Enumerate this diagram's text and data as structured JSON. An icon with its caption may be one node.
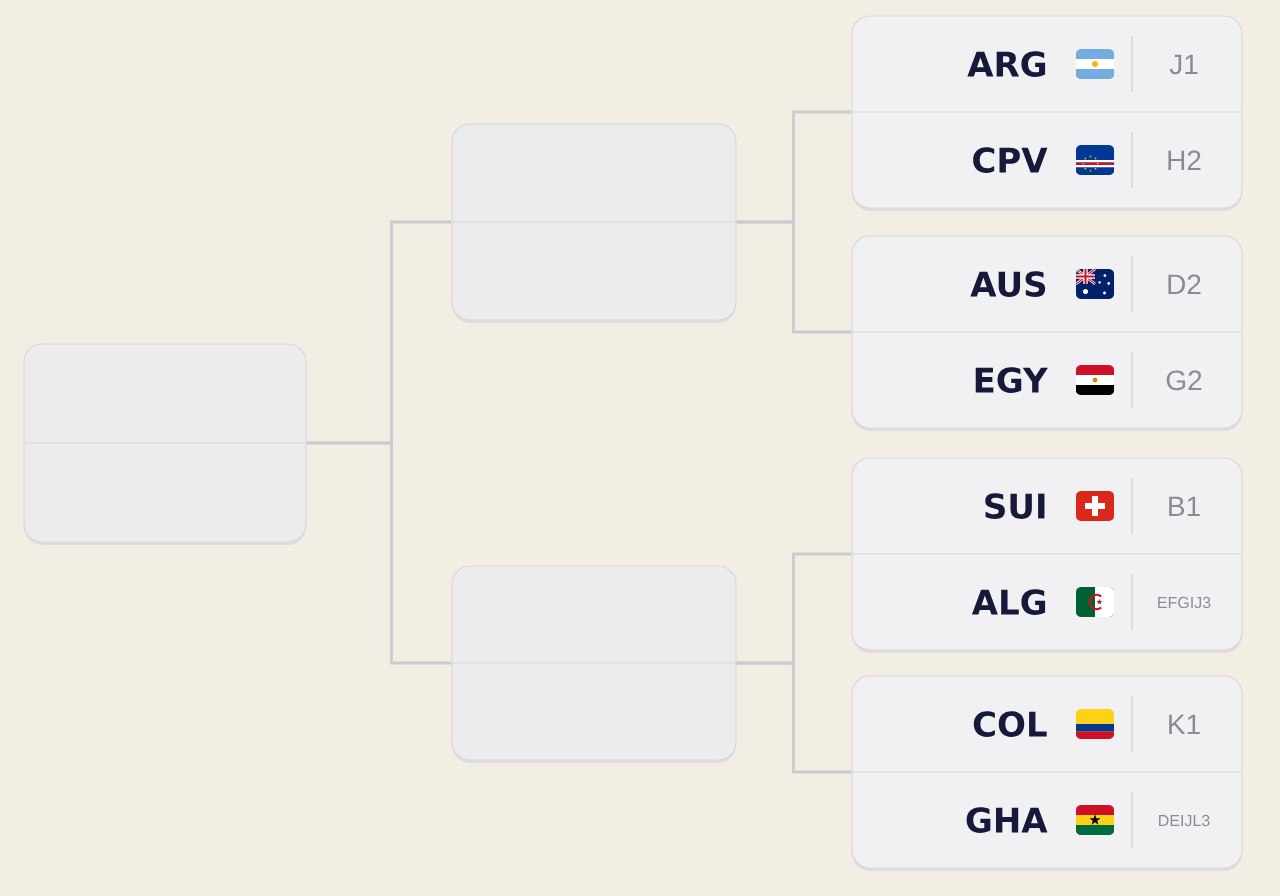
{
  "diagram": {
    "nodes": [
      {
        "text": [],
        "shape": "box"
      },
      {
        "text": [],
        "shape": "box"
      },
      {
        "text": [],
        "shape": "box"
      },
      {
        "text": [],
        "shape": "box"
      },
      {
        "text": [
          "ARG",
          "J1"
        ],
        "in": 3
      },
      {
        "text": [
          "CPV",
          "H2"
        ],
        "in": 3
      },
      {
        "text": [],
        "shape": "box"
      },
      {
        "text": [
          "AUS",
          "D2"
        ],
        "in": 6
      },
      {
        "text": [
          "EGY",
          "G2"
        ],
        "in": 6
      },
      {
        "text": [],
        "shape": "box"
      },
      {
        "text": [
          "SUI",
          "B1"
        ],
        "in": 9
      },
      {
        "text": [
          "ALG",
          "EFGIJ3"
        ],
        "in": 9
      },
      {
        "text": [],
        "shape": "box"
      },
      {
        "text": [
          "COL",
          "K1"
        ],
        "in": 12
      },
      {
        "text": [
          "GHA",
          "DEIJL3"
        ],
        "in": 12
      }
    ],
    "edges": [
      {
        "from": 3,
        "to": 1,
        "arrow": "none"
      },
      {
        "from": 6,
        "to": 1,
        "arrow": "none"
      },
      {
        "from": 9,
        "to": 2,
        "arrow": "none"
      },
      {
        "from": 12,
        "to": 2,
        "arrow": "none"
      },
      {
        "from": 1,
        "to": 0,
        "arrow": "none"
      },
      {
        "from": 2,
        "to": 0,
        "arrow": "none"
      }
    ]
  }
}
